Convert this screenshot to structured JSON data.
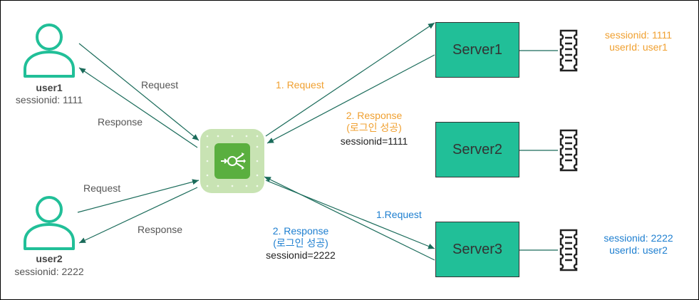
{
  "users": [
    {
      "name": "user1",
      "session": "sessionid: 1111"
    },
    {
      "name": "user2",
      "session": "sessionid: 2222"
    }
  ],
  "user_edges": {
    "request1": "Request",
    "response1": "Response",
    "request2": "Request",
    "response2": "Response"
  },
  "server_edges": {
    "s1_request": "1. Request",
    "s1_response": [
      "2. Response",
      "(로그인 성공)"
    ],
    "s1_session": "sessionid=1111",
    "s3_request": "1.Request",
    "s3_response": [
      "2. Response",
      "(로그인 성공)"
    ],
    "s3_session": "sessionid=2222"
  },
  "servers": [
    {
      "label": "Server1"
    },
    {
      "label": "Server2"
    },
    {
      "label": "Server3"
    }
  ],
  "storage_notes": {
    "s1": [
      "sessionid: 1111",
      "userId: user1"
    ],
    "s3": [
      "sessionid: 2222",
      "userId: user2"
    ]
  },
  "colors": {
    "arrow": "#1a6b5a",
    "server_fill": "#21bf98",
    "user_icon": "#21bf98",
    "lb_outer": "#c8e3b3",
    "lb_inner": "#5aaf3f",
    "orange_text": "#f0a030",
    "blue_text": "#1e7fd0"
  },
  "icons": [
    "user-icon",
    "load-balancer-icon",
    "session-store-icon"
  ]
}
